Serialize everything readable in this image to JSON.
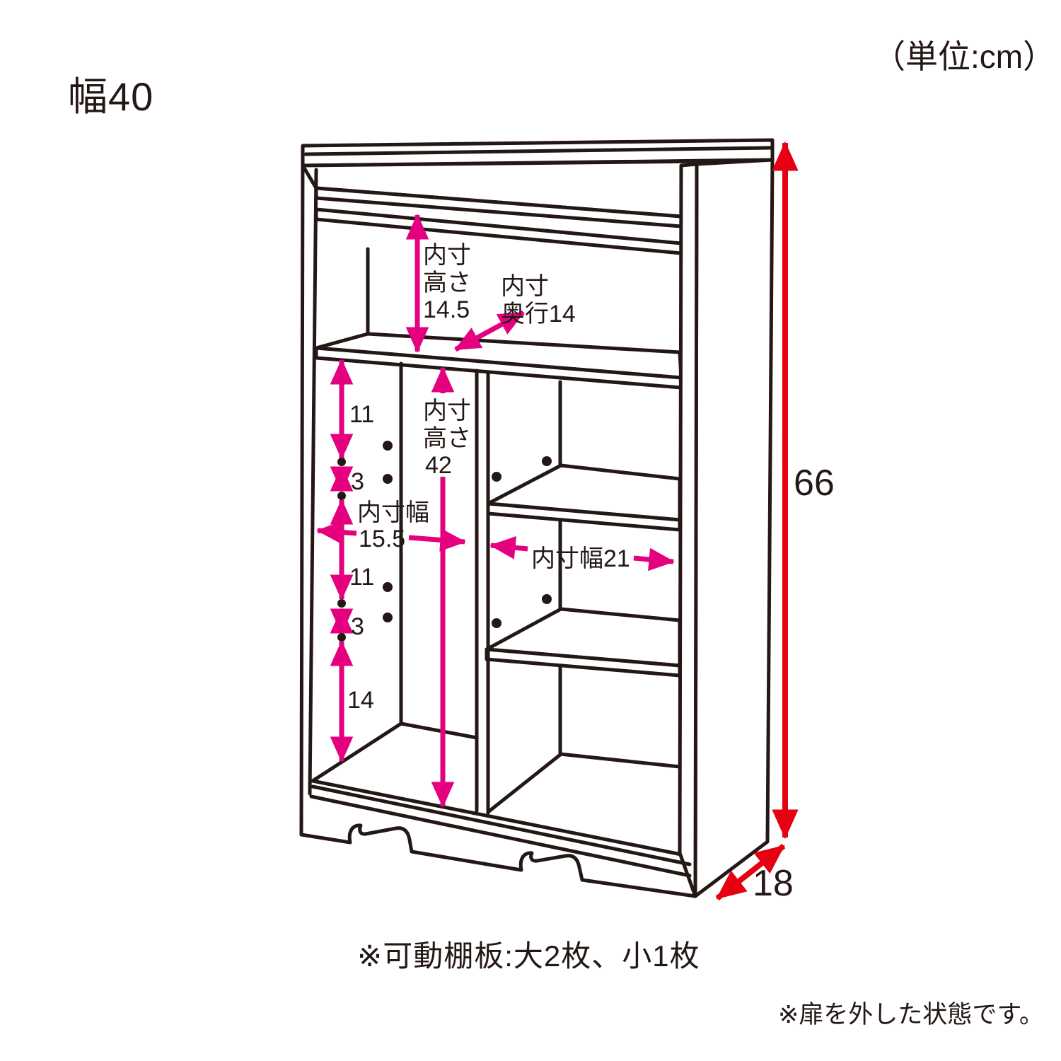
{
  "diagram": {
    "title": "幅40",
    "unit_note": "（単位:cm）",
    "footnotes": {
      "movable_shelves": "※可動棚板:大2枚、小1枚",
      "door_removed": "※扉を外した状態です。"
    },
    "colors": {
      "dimension_pink": "#e4007f",
      "dimension_red": "#e60012",
      "line_black": "#231815"
    },
    "annotations": {
      "inner_height_top": {
        "lines": [
          "内寸",
          "高さ",
          "14.5"
        ]
      },
      "inner_depth_top": {
        "lines": [
          "内寸",
          "奥行14"
        ]
      },
      "inner_height_left": {
        "lines": [
          "内寸",
          "高さ",
          "42"
        ]
      },
      "inner_width_left": {
        "lines": [
          "内寸幅",
          "15.5"
        ]
      },
      "inner_width_right": {
        "label": "内寸幅21"
      },
      "pin_pitch": {
        "segments": [
          "11",
          "3",
          "11",
          "3",
          "14"
        ]
      },
      "overall_height": {
        "label": "66"
      },
      "overall_depth": {
        "label": "18"
      }
    }
  }
}
